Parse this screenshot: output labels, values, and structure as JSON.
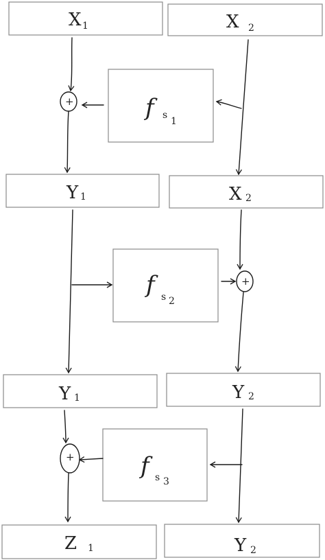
{
  "row1": {
    "x1": {
      "main": "X",
      "sub": "1"
    },
    "x2": {
      "main": "X",
      "sub": "2"
    }
  },
  "f1": {
    "main": "f",
    "sub": "s",
    "idx": "1"
  },
  "row2": {
    "y1": {
      "main": "Y",
      "sub": "1"
    },
    "x2": {
      "main": "X",
      "sub": "2"
    }
  },
  "f2": {
    "main": "f",
    "sub": "s",
    "idx": "2"
  },
  "row3": {
    "y1": {
      "main": "Y",
      "sub": "1"
    },
    "y2": {
      "main": "Y",
      "sub": "2"
    }
  },
  "f3": {
    "main": "f",
    "sub": "s",
    "idx": "3"
  },
  "row4": {
    "z1": {
      "main": "Z",
      "sub": "1"
    },
    "y2": {
      "main": "Y",
      "sub": "2"
    }
  },
  "adder_symbol": "+"
}
